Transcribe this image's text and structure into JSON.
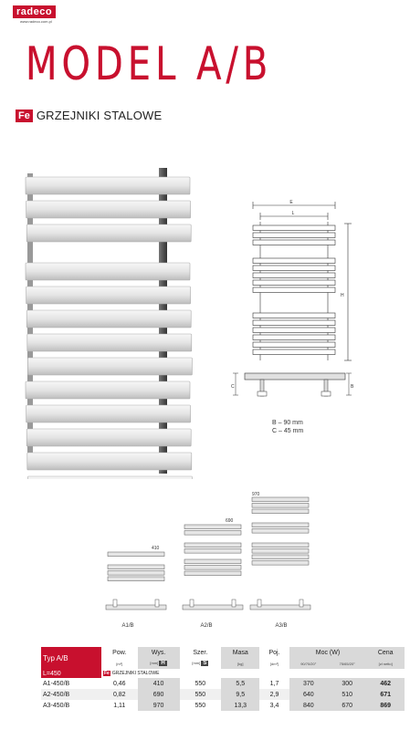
{
  "brand": {
    "logo": "radeco",
    "url": "www.radeco.com.pl"
  },
  "title": "MODEL A/B",
  "category": {
    "badge": "Fe",
    "text": "GRZEJNIKI STALOWE"
  },
  "drawing": {
    "top_labels": [
      "E",
      "L"
    ],
    "side_label": "H",
    "depth_labels": [
      "C",
      "B"
    ],
    "notes": [
      "B – 90 mm",
      "C – 45 mm"
    ]
  },
  "sizes": [
    {
      "name": "A1/B",
      "height_label": "410"
    },
    {
      "name": "A2/B",
      "height_label": "690"
    },
    {
      "name": "A3/B",
      "height_label": "970"
    }
  ],
  "table": {
    "headers": {
      "type": "Typ A/B",
      "area": "Pow.",
      "height": "Wys.",
      "width": "Szer.",
      "mass": "Masa",
      "capacity": "Poj.",
      "power": "Moc (W)",
      "price": "Cena"
    },
    "units": {
      "area": "[m²]",
      "height": "[mm]",
      "height_box": "H",
      "width": "[mm]",
      "width_box": "S",
      "mass": "[kg]",
      "capacity": "[dm³]",
      "power_a": "90/70/20°",
      "power_b": "75/65/20°",
      "price": "[zł netto]"
    },
    "group_label": "L=450",
    "group_fe": "Fe",
    "group_text": "GRZEJNIKI STALOWE",
    "rows": [
      {
        "type": "A1-450/B",
        "area": "0,46",
        "height": "410",
        "width": "550",
        "mass": "5,5",
        "capacity": "1,7",
        "p1": "370",
        "p2": "300",
        "price": "462"
      },
      {
        "type": "A2-450/B",
        "area": "0,82",
        "height": "690",
        "width": "550",
        "mass": "9,5",
        "capacity": "2,9",
        "p1": "640",
        "p2": "510",
        "price": "671"
      },
      {
        "type": "A3-450/B",
        "area": "1,11",
        "height": "970",
        "width": "550",
        "mass": "13,3",
        "capacity": "3,4",
        "p1": "840",
        "p2": "670",
        "price": "869"
      }
    ]
  },
  "colors": {
    "accent": "#c8102e",
    "panel": "#e8e8e8",
    "header_grey": "#d9d9d9"
  }
}
